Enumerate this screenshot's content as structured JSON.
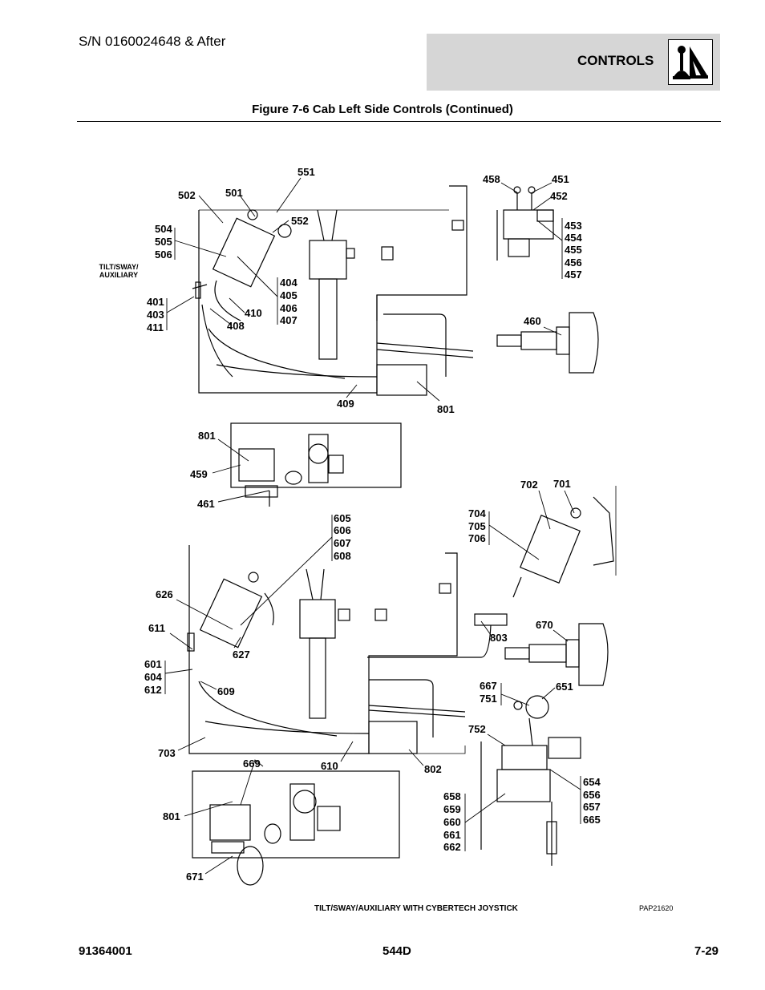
{
  "header": {
    "serial": "S/N 0160024648 & After",
    "section": "CONTROLS",
    "icon": "joystick-lever-icon"
  },
  "figure_title": "Figure 7-6 Cab Left Side Controls (Continued)",
  "diagram": {
    "side_label_line1": "TILT/SWAY/",
    "side_label_line2": "AUXILIARY",
    "callouts": {
      "c551": "551",
      "c501": "501",
      "c502": "502",
      "c552": "552",
      "c504": "504",
      "c505": "505",
      "c506": "506",
      "c401": "401",
      "c403": "403",
      "c411": "411",
      "c404": "404",
      "c405": "405",
      "c406": "406",
      "c407": "407",
      "c410": "410",
      "c408": "408",
      "c409": "409",
      "c801a": "801",
      "c458": "458",
      "c451": "451",
      "c452": "452",
      "c453": "453",
      "c454": "454",
      "c455": "455",
      "c456": "456",
      "c457": "457",
      "c460": "460",
      "c801b": "801",
      "c459": "459",
      "c461": "461",
      "c605": "605",
      "c606": "606",
      "c607": "607",
      "c608": "608",
      "c626": "626",
      "c611": "611",
      "c627": "627",
      "c601": "601",
      "c604": "604",
      "c612": "612",
      "c609": "609",
      "c703": "703",
      "c669": "669",
      "c610": "610",
      "c802": "802",
      "c801c": "801",
      "c671": "671",
      "c702": "702",
      "c701": "701",
      "c704": "704",
      "c705": "705",
      "c706": "706",
      "c803": "803",
      "c670": "670",
      "c667": "667",
      "c751": "751",
      "c651": "651",
      "c752": "752",
      "c654": "654",
      "c656": "656",
      "c657": "657",
      "c665": "665",
      "c658": "658",
      "c659": "659",
      "c660": "660",
      "c661": "661",
      "c662": "662"
    }
  },
  "caption": "TILT/SWAY/AUXILIARY WITH CYBERTECH JOYSTICK",
  "drawing_code": "PAP21620",
  "footer": {
    "doc_number": "91364001",
    "model": "544D",
    "page": "7-29"
  }
}
